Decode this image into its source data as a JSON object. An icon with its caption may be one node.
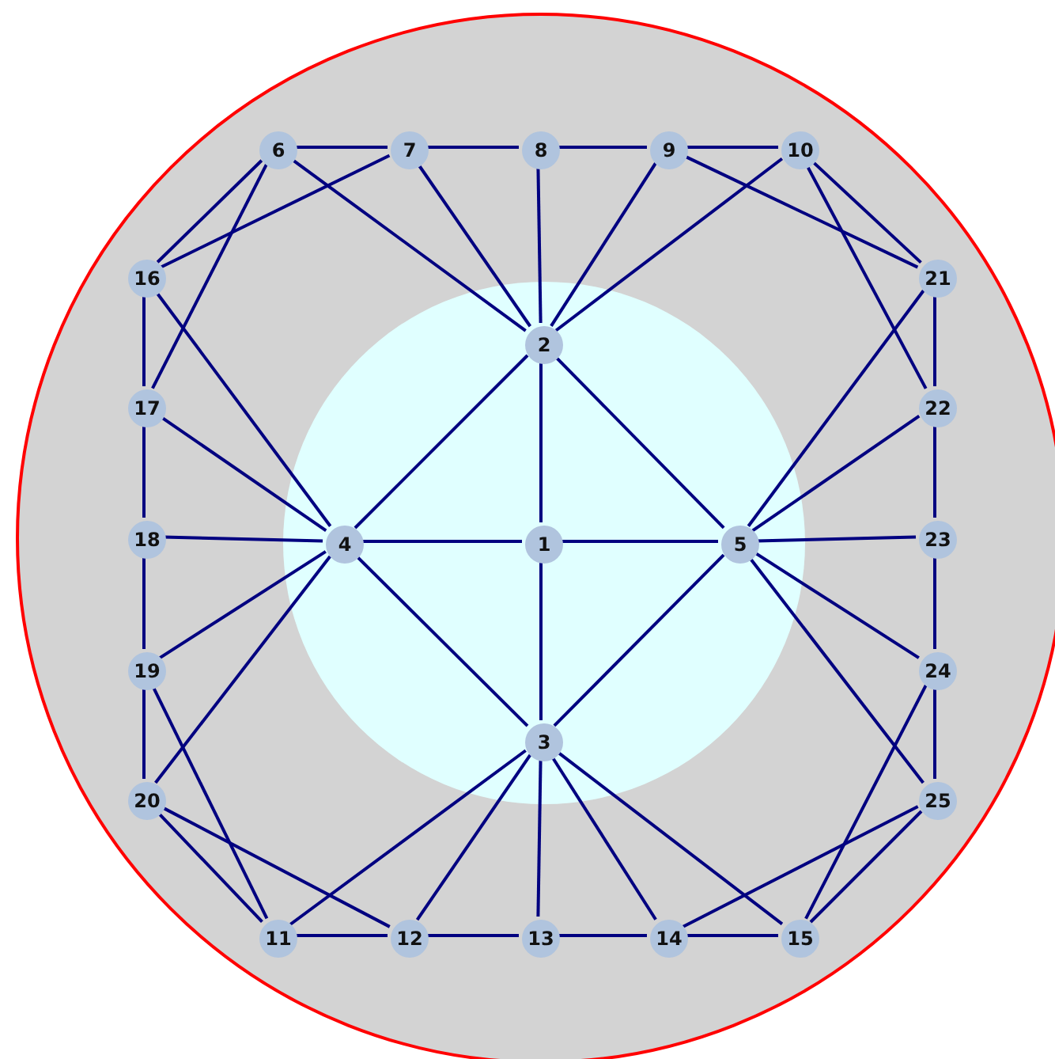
{
  "diagram": {
    "nodes": [
      {
        "text": [],
        "shape": "circle"
      },
      {
        "text": [],
        "shape": "circle",
        "in": 0
      },
      {
        "text": [
          "1"
        ],
        "in": 1
      },
      {
        "text": [
          "2"
        ],
        "in": 1
      },
      {
        "text": [
          "3"
        ],
        "in": 1
      },
      {
        "text": [
          "4"
        ],
        "in": 1
      },
      {
        "text": [
          "5"
        ],
        "in": 1
      },
      {
        "text": [
          "6"
        ],
        "in": 0
      },
      {
        "text": [
          "7"
        ],
        "in": 0
      },
      {
        "text": [
          "8"
        ],
        "in": 0
      },
      {
        "text": [
          "9"
        ],
        "in": 0
      },
      {
        "text": [
          "10"
        ],
        "in": 0
      },
      {
        "text": [
          "11"
        ],
        "in": 0
      },
      {
        "text": [
          "12"
        ],
        "in": 0
      },
      {
        "text": [
          "13"
        ],
        "in": 0
      },
      {
        "text": [
          "14"
        ],
        "in": 0
      },
      {
        "text": [
          "15"
        ],
        "in": 0
      },
      {
        "text": [
          "16"
        ],
        "in": 0
      },
      {
        "text": [
          "17"
        ],
        "in": 0
      },
      {
        "text": [
          "18"
        ],
        "in": 0
      },
      {
        "text": [
          "19"
        ],
        "in": 0
      },
      {
        "text": [
          "20"
        ],
        "in": 0
      },
      {
        "text": [
          "21"
        ],
        "in": 0
      },
      {
        "text": [
          "22"
        ],
        "in": 0
      },
      {
        "text": [
          "23"
        ],
        "in": 0
      },
      {
        "text": [
          "24"
        ],
        "in": 0
      },
      {
        "text": [
          "25"
        ],
        "in": 0
      }
    ],
    "edges": [
      {
        "from": 2,
        "to": 3,
        "arrow": "none"
      },
      {
        "from": 2,
        "to": 4,
        "arrow": "none"
      },
      {
        "from": 2,
        "to": 5,
        "arrow": "none"
      },
      {
        "from": 2,
        "to": 6,
        "arrow": "none"
      },
      {
        "from": 3,
        "to": 5,
        "arrow": "none"
      },
      {
        "from": 3,
        "to": 6,
        "arrow": "none"
      },
      {
        "from": 4,
        "to": 5,
        "arrow": "none"
      },
      {
        "from": 4,
        "to": 6,
        "arrow": "none"
      },
      {
        "from": 7,
        "to": 8,
        "arrow": "none"
      },
      {
        "from": 8,
        "to": 9,
        "arrow": "none"
      },
      {
        "from": 9,
        "to": 10,
        "arrow": "none"
      },
      {
        "from": 10,
        "to": 11,
        "arrow": "none"
      },
      {
        "from": 7,
        "to": 3,
        "arrow": "none"
      },
      {
        "from": 8,
        "to": 3,
        "arrow": "none"
      },
      {
        "from": 9,
        "to": 3,
        "arrow": "none"
      },
      {
        "from": 10,
        "to": 3,
        "arrow": "none"
      },
      {
        "from": 11,
        "to": 3,
        "arrow": "none"
      },
      {
        "from": 7,
        "to": 17,
        "arrow": "none"
      },
      {
        "from": 7,
        "to": 18,
        "arrow": "none"
      },
      {
        "from": 8,
        "to": 17,
        "arrow": "none"
      },
      {
        "from": 10,
        "to": 22,
        "arrow": "none"
      },
      {
        "from": 11,
        "to": 22,
        "arrow": "none"
      },
      {
        "from": 11,
        "to": 23,
        "arrow": "none"
      },
      {
        "from": 17,
        "to": 18,
        "arrow": "none"
      },
      {
        "from": 18,
        "to": 19,
        "arrow": "none"
      },
      {
        "from": 19,
        "to": 20,
        "arrow": "none"
      },
      {
        "from": 20,
        "to": 21,
        "arrow": "none"
      },
      {
        "from": 17,
        "to": 5,
        "arrow": "none"
      },
      {
        "from": 18,
        "to": 5,
        "arrow": "none"
      },
      {
        "from": 19,
        "to": 5,
        "arrow": "none"
      },
      {
        "from": 20,
        "to": 5,
        "arrow": "none"
      },
      {
        "from": 21,
        "to": 5,
        "arrow": "none"
      },
      {
        "from": 20,
        "to": 12,
        "arrow": "none"
      },
      {
        "from": 21,
        "to": 12,
        "arrow": "none"
      },
      {
        "from": 21,
        "to": 13,
        "arrow": "none"
      },
      {
        "from": 22,
        "to": 23,
        "arrow": "none"
      },
      {
        "from": 23,
        "to": 24,
        "arrow": "none"
      },
      {
        "from": 24,
        "to": 25,
        "arrow": "none"
      },
      {
        "from": 25,
        "to": 26,
        "arrow": "none"
      },
      {
        "from": 22,
        "to": 6,
        "arrow": "none"
      },
      {
        "from": 23,
        "to": 6,
        "arrow": "none"
      },
      {
        "from": 24,
        "to": 6,
        "arrow": "none"
      },
      {
        "from": 25,
        "to": 6,
        "arrow": "none"
      },
      {
        "from": 26,
        "to": 6,
        "arrow": "none"
      },
      {
        "from": 25,
        "to": 16,
        "arrow": "none"
      },
      {
        "from": 26,
        "to": 16,
        "arrow": "none"
      },
      {
        "from": 26,
        "to": 15,
        "arrow": "none"
      },
      {
        "from": 12,
        "to": 13,
        "arrow": "none"
      },
      {
        "from": 13,
        "to": 14,
        "arrow": "none"
      },
      {
        "from": 14,
        "to": 15,
        "arrow": "none"
      },
      {
        "from": 15,
        "to": 16,
        "arrow": "none"
      },
      {
        "from": 12,
        "to": 4,
        "arrow": "none"
      },
      {
        "from": 13,
        "to": 4,
        "arrow": "none"
      },
      {
        "from": 14,
        "to": 4,
        "arrow": "none"
      },
      {
        "from": 15,
        "to": 4,
        "arrow": "none"
      },
      {
        "from": 16,
        "to": 4,
        "arrow": "none"
      }
    ]
  }
}
